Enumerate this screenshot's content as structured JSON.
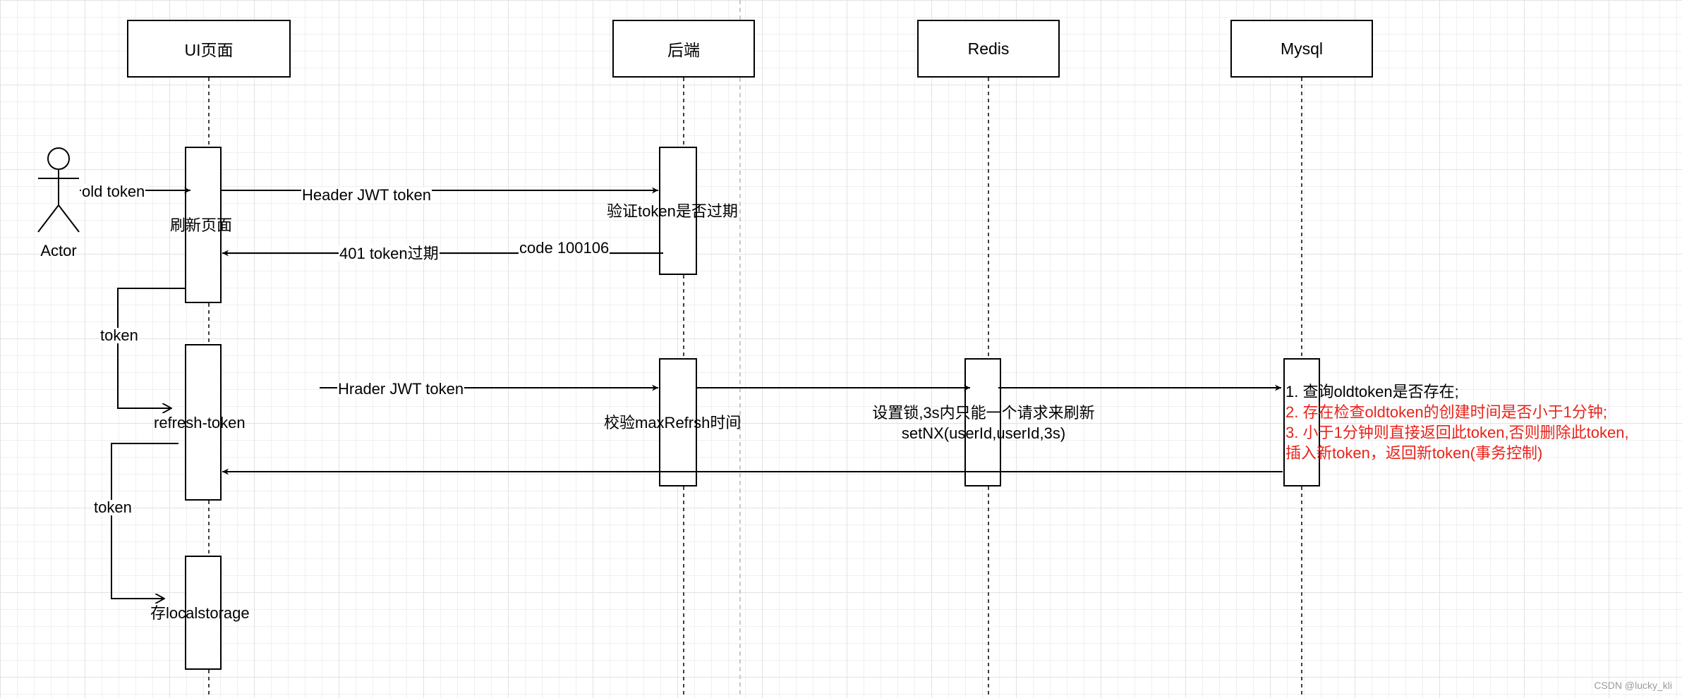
{
  "participants": {
    "ui": "UI页面",
    "backend": "后端",
    "redis": "Redis",
    "mysql": "Mysql"
  },
  "actor": {
    "label": "Actor"
  },
  "messages": {
    "old_token": "old token",
    "header_jwt": "Header JWT token",
    "unauthorized": "401 token过期",
    "code": "code 100106",
    "hrader_jwt": "Hrader JWT token",
    "token_1": "token",
    "token_2": "token"
  },
  "notes": {
    "refresh_page": "刷新页面",
    "verify_expiry": "验证token是否过期",
    "refresh_token": "refresh-token",
    "check_max_refresh": "校验maxRefrsh时间",
    "lock_line1": "设置锁,3s内只能一个请求来刷新",
    "lock_line2": "setNX(userId,userId,3s)",
    "store_local": "存localstorage",
    "mysql_lines": [
      "1. 查询oldtoken是否存在;",
      "2. 存在检查oldtoken的创建时间是否小于1分钟;",
      "3. 小于1分钟则直接返回此token,否则删除此token,",
      "插入新token，返回新token(事务控制)"
    ]
  },
  "colors": {
    "line": "#000000",
    "highlight": "#e8231b",
    "grid": "#e2e2e2"
  },
  "watermark": "CSDN @lucky_kli"
}
